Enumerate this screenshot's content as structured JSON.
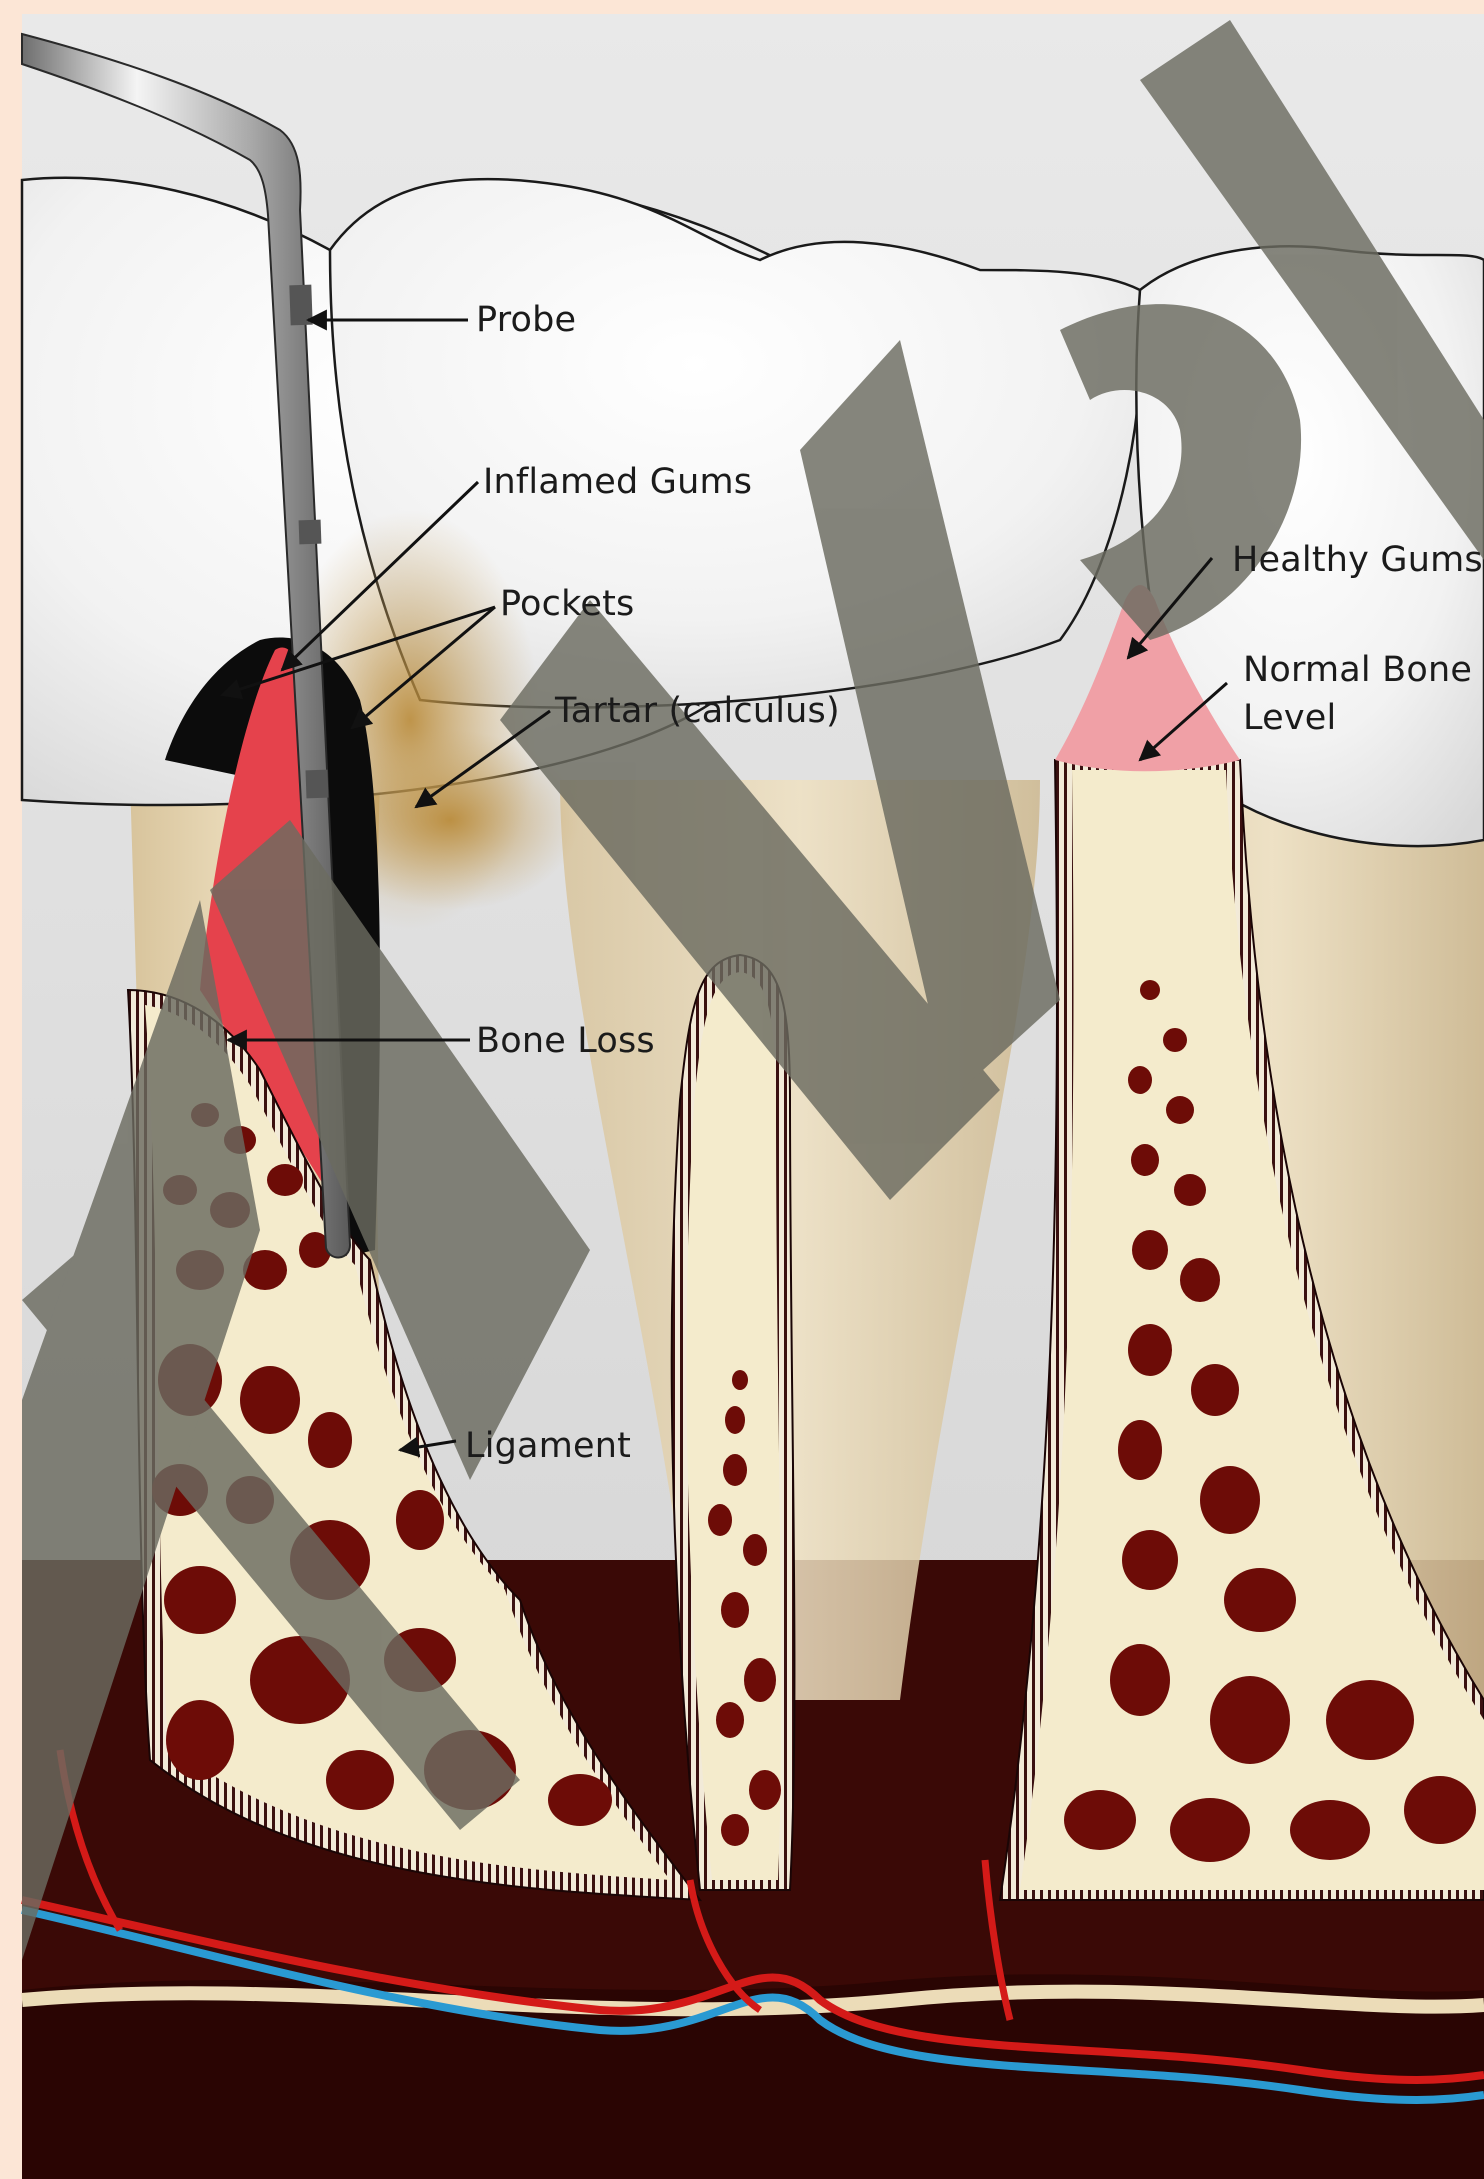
{
  "labels": {
    "probe": "Probe",
    "inflamed_gums": "Inflamed Gums",
    "pockets": "Pockets",
    "tartar": "Tartar (calculus)",
    "healthy_gums": "Healthy Gums",
    "normal_bone_line1": "Normal Bone",
    "normal_bone_line2": "Level",
    "bone_loss": "Bone Loss",
    "ligament": "Ligament"
  },
  "watermark": "SAMPLE",
  "colors": {
    "frame": "#fce6d6",
    "background": "#e6e6e6",
    "tooth": "#f4f2ee",
    "root": "#e2cfaa",
    "bone": "#f4ebcc",
    "gum_inflamed": "#e5424c",
    "gum_healthy": "#f0a0a6",
    "tartar": "#b78a3a",
    "marrow": "#7a1008",
    "artery": "#d41a18",
    "vein": "#2a9ad2",
    "watermark": "#6b6b60"
  }
}
